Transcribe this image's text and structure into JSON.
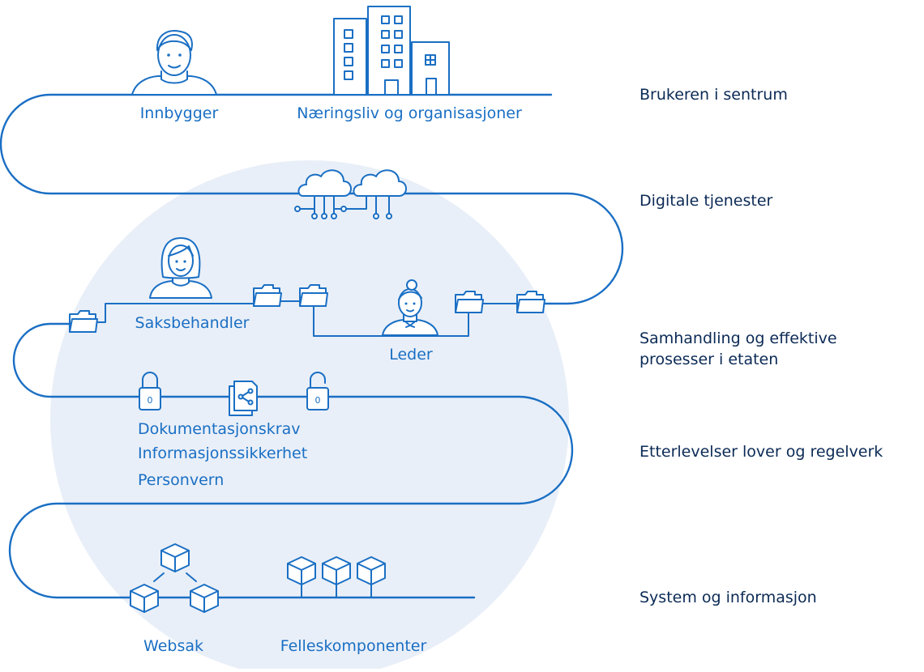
{
  "colors": {
    "line": "#1a6fc4",
    "circle": "#e9eff8",
    "label": "#1a6fc4",
    "right_label": "#0b2a55"
  },
  "layers": [
    {
      "id": "bruker",
      "label": "Brukeren i sentrum"
    },
    {
      "id": "tjenester",
      "label": "Digitale tjenester"
    },
    {
      "id": "samhandling",
      "label_line1": "Samhandling og effektive",
      "label_line2": "prosesser i etaten"
    },
    {
      "id": "etterlevelse",
      "label": "Etterlevelser lover og regelverk"
    },
    {
      "id": "system",
      "label": "System og informasjon"
    }
  ],
  "nodes": {
    "innbygger": "Innbygger",
    "naeringsliv": "Næringsliv og organisasjoner",
    "saksbehandler": "Saksbehandler",
    "leder": "Leder",
    "dokumentasjonskrav": "Dokumentasjonskrav",
    "informasjonssikkerhet": "Informasjonssikkerhet",
    "personvern": "Personvern",
    "websak": "Websak",
    "felleskomponenter": "Felleskomponenter"
  },
  "icons": [
    "person-icon",
    "buildings-icon",
    "cloud-network-icon",
    "folder-icon",
    "padlock-closed-icon",
    "padlock-open-icon",
    "document-share-icon",
    "cube-icon"
  ]
}
